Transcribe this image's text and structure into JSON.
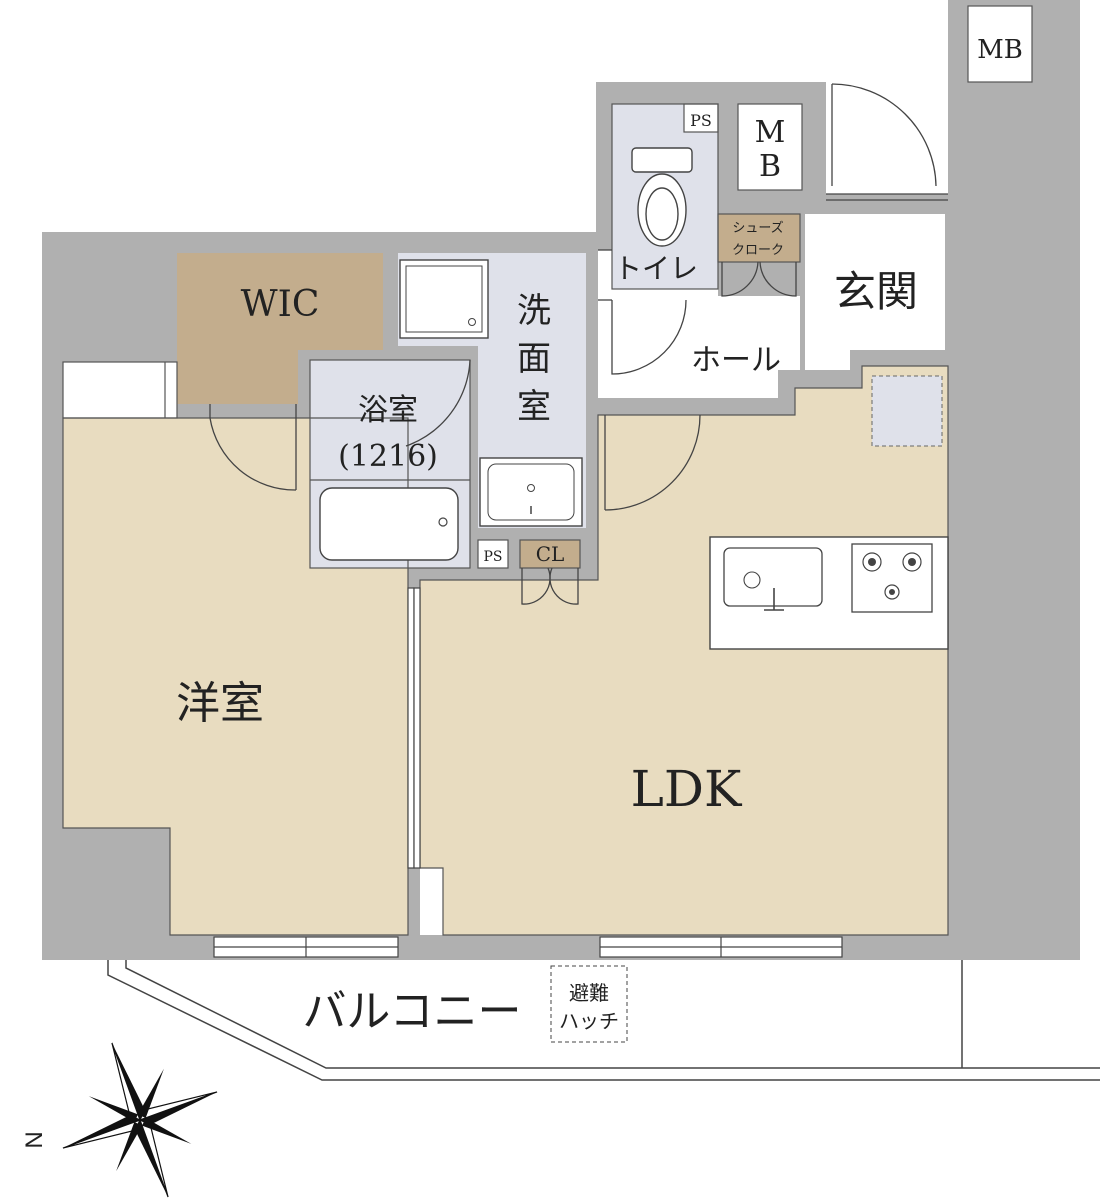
{
  "rooms": {
    "wic": "WIC",
    "bath_name": "浴室",
    "bath_size": "(1216)",
    "washroom_1": "洗",
    "washroom_2": "面",
    "washroom_3": "室",
    "toilet": "トイレ",
    "hall": "ホール",
    "entrance": "玄関",
    "western_room": "洋室",
    "ldk": "LDK",
    "balcony": "バルコニー",
    "shoe_cloak_1": "シューズ",
    "shoe_cloak_2": "クローク",
    "closet": "CL",
    "ps_top": "PS",
    "ps_bath": "PS",
    "mb_top": "MB",
    "mb_1": "M",
    "mb_2": "B",
    "hatch_1": "避難",
    "hatch_2": "ハッチ",
    "compass_n": "N"
  },
  "colors": {
    "wall": "#b0b0b0",
    "floor": "#e8dcc0",
    "wet": "#dfe1ea",
    "wic": "#c3ad8d",
    "closet": "#c3ad8d",
    "line": "#333333"
  }
}
